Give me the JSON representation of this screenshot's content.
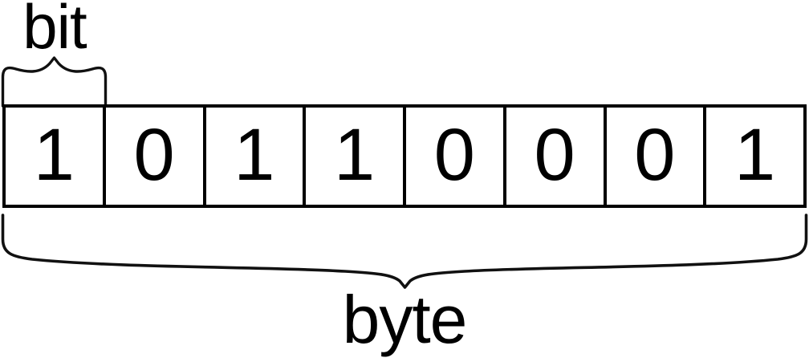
{
  "diagram": {
    "title_top": "bit",
    "title_bottom": "byte",
    "background_color": "#ffffff",
    "line_color": "#000000",
    "text_color": "#000000",
    "top_brace": {
      "name": "bit-brace",
      "spans_cells": 1,
      "orientation": "up"
    },
    "bottom_brace": {
      "name": "byte-brace",
      "spans_cells": 8,
      "orientation": "down"
    },
    "bits": [
      {
        "index": 0,
        "value": "1"
      },
      {
        "index": 1,
        "value": "0"
      },
      {
        "index": 2,
        "value": "1"
      },
      {
        "index": 3,
        "value": "1"
      },
      {
        "index": 4,
        "value": "0"
      },
      {
        "index": 5,
        "value": "0"
      },
      {
        "index": 6,
        "value": "0"
      },
      {
        "index": 7,
        "value": "1"
      }
    ],
    "byte_string": "10110001"
  }
}
